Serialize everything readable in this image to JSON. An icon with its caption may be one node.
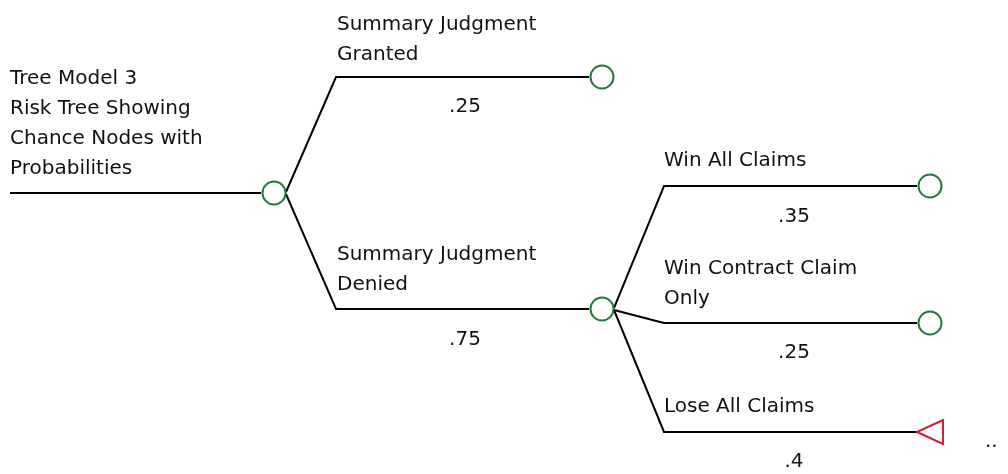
{
  "diagram": {
    "title": "Tree Model 3",
    "nodes": [
      {
        "text": [],
        "shape": "circle"
      },
      {
        "text": [],
        "shape": "circle"
      },
      {
        "text": [],
        "shape": "circle"
      },
      {
        "text": [],
        "shape": "circle"
      },
      {
        "text": [],
        "shape": "circle"
      },
      {
        "text": [],
        "shape": "triangle"
      }
    ],
    "edges": [
      {
        "from": null,
        "to": 0,
        "arrow": "none"
      },
      {
        "from": 0,
        "to": 1,
        "arrow": "none",
        "label": "Summary Judgment Granted"
      },
      {
        "from": 0,
        "to": 2,
        "arrow": "none",
        "label": "Summary Judgment Denied"
      },
      {
        "from": 2,
        "to": 3,
        "arrow": "none",
        "label": "Win All Claims"
      },
      {
        "from": 2,
        "to": 4,
        "arrow": "none",
        "label": "Win Contract Claim Only"
      },
      {
        "from": 2,
        "to": 5,
        "arrow": "none",
        "label": "Lose All Claims"
      }
    ],
    "labels": [
      "Risk Tree Showing Chance Nodes with Probabilities",
      ".25",
      ".75",
      ".35",
      ".25",
      ".4",
      ".."
    ]
  }
}
